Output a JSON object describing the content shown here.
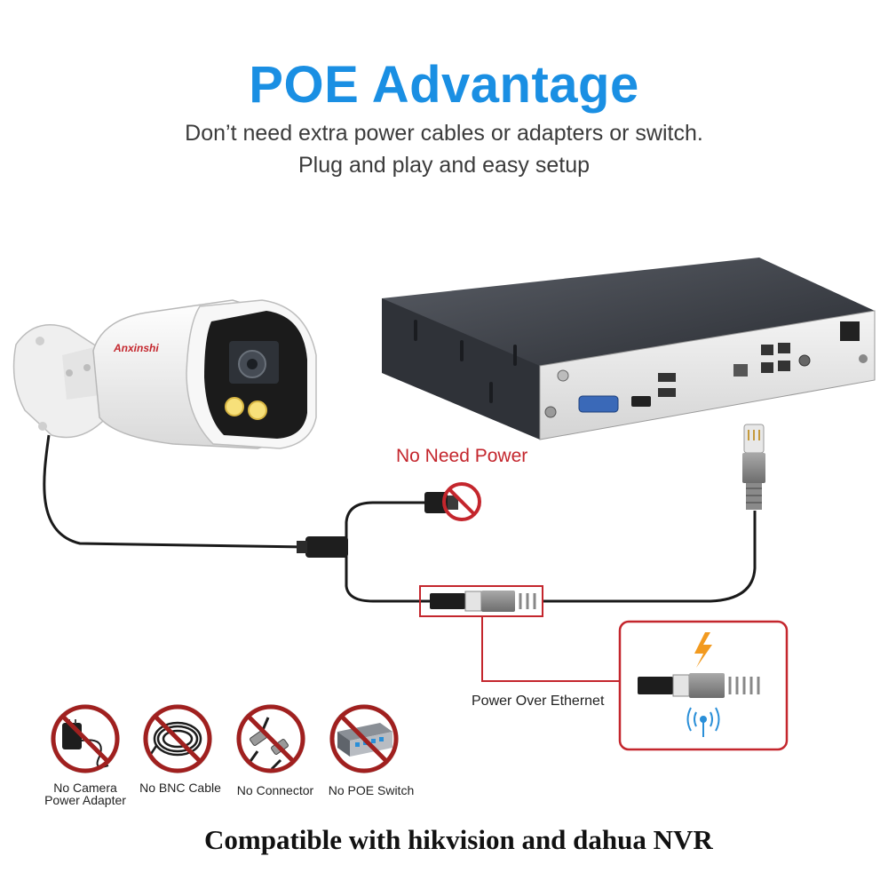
{
  "header": {
    "title": "POE Advantage",
    "subtitle_line1": "Don’t need extra power cables or adapters or switch.",
    "subtitle_line2": "Plug and play and easy setup"
  },
  "camera": {
    "brand": "Anxinshi"
  },
  "labels": {
    "no_need_power": "No Need Power",
    "power_over_ethernet": "Power Over Ethernet"
  },
  "prohibited_items": [
    {
      "label_line1": "No Camera",
      "label_line2": "Power Adapter",
      "icon": "power-adapter-icon"
    },
    {
      "label_line1": "No BNC Cable",
      "label_line2": "",
      "icon": "bnc-cable-icon"
    },
    {
      "label_line1": "No Connector",
      "label_line2": "",
      "icon": "bnc-connector-icon"
    },
    {
      "label_line1": "No POE Switch",
      "label_line2": "",
      "icon": "poe-switch-icon"
    }
  ],
  "footer": {
    "text": "Compatible with hikvision and dahua NVR"
  },
  "colors": {
    "title_blue": "#1a8fe3",
    "warning_red": "#c4262d",
    "frame_red": "#c4262d",
    "lightning_orange": "#f29a1f",
    "signal_blue": "#2a8fd8"
  }
}
